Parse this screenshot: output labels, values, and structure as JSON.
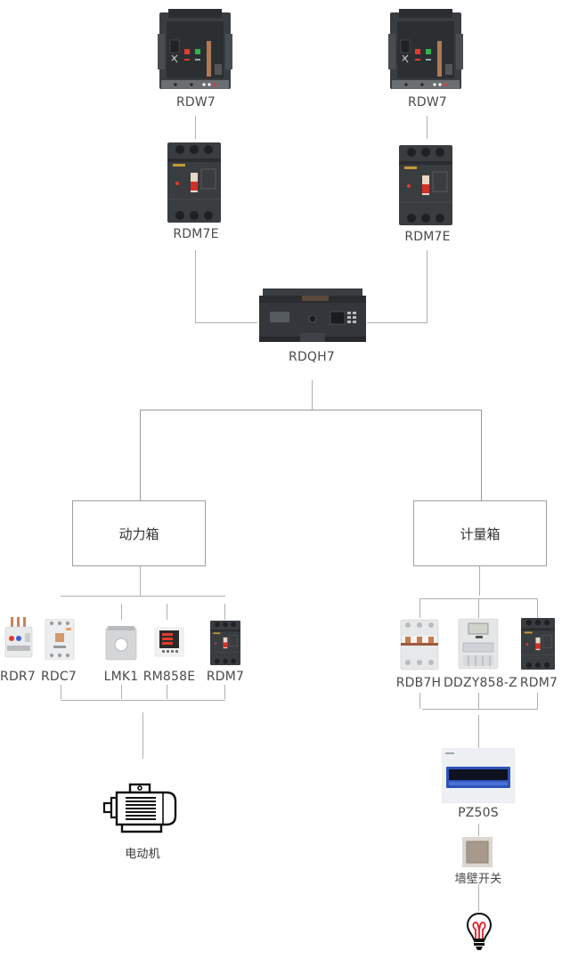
{
  "top_left": {
    "breaker": {
      "label": "RDW7",
      "icon": "air-circuit-breaker-icon"
    },
    "mccb": {
      "label": "RDM7E",
      "icon": "molded-case-circuit-breaker-icon"
    }
  },
  "top_right": {
    "breaker": {
      "label": "RDW7",
      "icon": "air-circuit-breaker-icon"
    },
    "mccb": {
      "label": "RDM7E",
      "icon": "molded-case-circuit-breaker-icon"
    }
  },
  "ats": {
    "label": "RDQH7",
    "icon": "automatic-transfer-switch-icon"
  },
  "power_box": {
    "label": "动力箱",
    "devices": [
      {
        "label": "RDR7",
        "icon": "thermal-overload-relay-icon"
      },
      {
        "label": "RDC7",
        "icon": "contactor-icon"
      },
      {
        "label": "LMK1",
        "icon": "current-transformer-icon"
      },
      {
        "label": "RM858E",
        "icon": "power-meter-icon"
      },
      {
        "label": "RDM7",
        "icon": "molded-case-circuit-breaker-icon"
      }
    ],
    "load": {
      "label": "电动机",
      "icon": "electric-motor-icon"
    }
  },
  "meter_box": {
    "label": "计量箱",
    "devices": [
      {
        "label": "RDB7H",
        "icon": "miniature-circuit-breaker-icon"
      },
      {
        "label": "DDZY858-Z",
        "icon": "electricity-meter-icon"
      },
      {
        "label": "RDM7",
        "icon": "molded-case-circuit-breaker-icon"
      }
    ],
    "distribution": {
      "label": "PZ50S",
      "icon": "distribution-box-icon"
    },
    "switch": {
      "label": "墙壁开关",
      "icon": "wall-switch-icon"
    },
    "lamp": {
      "icon": "light-bulb-icon"
    }
  },
  "colors": {
    "line": "#b0b0b0",
    "device_dark": "#2e3134",
    "indicator_red": "#e23b2e",
    "indicator_green": "#36b24a",
    "bulb_red": "#e0202a"
  }
}
